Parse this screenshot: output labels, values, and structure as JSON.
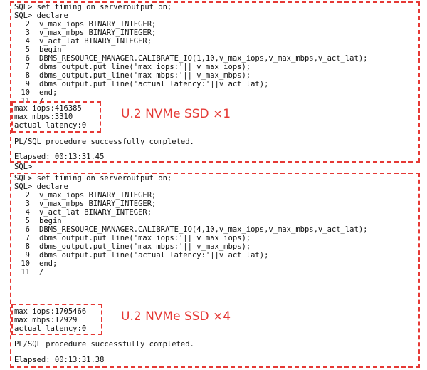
{
  "block1": {
    "lines": [
      {
        "ln": "",
        "text": "SQL> set timing on serveroutput on;"
      },
      {
        "ln": "",
        "text": "SQL> declare"
      },
      {
        "ln": "2",
        "text": "v_max_iops BINARY_INTEGER;"
      },
      {
        "ln": "3",
        "text": "v_max_mbps BINARY_INTEGER;"
      },
      {
        "ln": "4",
        "text": "v_act_lat BINARY_INTEGER;"
      },
      {
        "ln": "5",
        "text": "begin"
      },
      {
        "ln": "6",
        "text": "DBMS_RESOURCE_MANAGER.CALIBRATE_IO(1,10,v_max_iops,v_max_mbps,v_act_lat);"
      },
      {
        "ln": "7",
        "text": "dbms_output.put_line('max iops:'|| v_max_iops);"
      },
      {
        "ln": "8",
        "text": "dbms_output.put_line('max mbps:'|| v_max_mbps);"
      },
      {
        "ln": "9",
        "text": "dbms_output.put_line('actual latency:'||v_act_lat);"
      },
      {
        "ln": "10",
        "text": "end;"
      },
      {
        "ln": "11",
        "text": "/"
      }
    ],
    "results": [
      "max iops:416385",
      "max mbps:3310",
      "actual latency:0"
    ],
    "completed": "PL/SQL procedure successfully completed.",
    "elapsed": "Elapsed: 00:13:31.45",
    "caption": "U.2 NVMe SSD ×1"
  },
  "between_prompt": "SQL>",
  "block2": {
    "lines": [
      {
        "ln": "",
        "text": "SQL> set timing on serveroutput on;"
      },
      {
        "ln": "",
        "text": "SQL> declare"
      },
      {
        "ln": "2",
        "text": "v_max_iops BINARY_INTEGER;"
      },
      {
        "ln": "3",
        "text": "v_max_mbps BINARY_INTEGER;"
      },
      {
        "ln": "4",
        "text": "v_act_lat BINARY_INTEGER;"
      },
      {
        "ln": "5",
        "text": "begin"
      },
      {
        "ln": "6",
        "text": "DBMS_RESOURCE_MANAGER.CALIBRATE_IO(4,10,v_max_iops,v_max_mbps,v_act_lat);"
      },
      {
        "ln": "7",
        "text": "dbms_output.put_line('max iops:'|| v_max_iops);"
      },
      {
        "ln": "8",
        "text": "dbms_output.put_line('max mbps:'|| v_max_mbps);"
      },
      {
        "ln": "9",
        "text": "dbms_output.put_line('actual latency:'||v_act_lat);"
      },
      {
        "ln": "10",
        "text": "end;"
      },
      {
        "ln": "11",
        "text": "/"
      }
    ],
    "results": [
      "max iops:1705466",
      "max mbps:12929",
      "actual latency:0"
    ],
    "completed": "PL/SQL procedure successfully completed.",
    "elapsed": "Elapsed: 00:13:31.38",
    "caption": "U.2 NVMe SSD ×4"
  },
  "colors": {
    "annotation": "#e53935",
    "text": "#111111",
    "background": "#ffffff"
  }
}
